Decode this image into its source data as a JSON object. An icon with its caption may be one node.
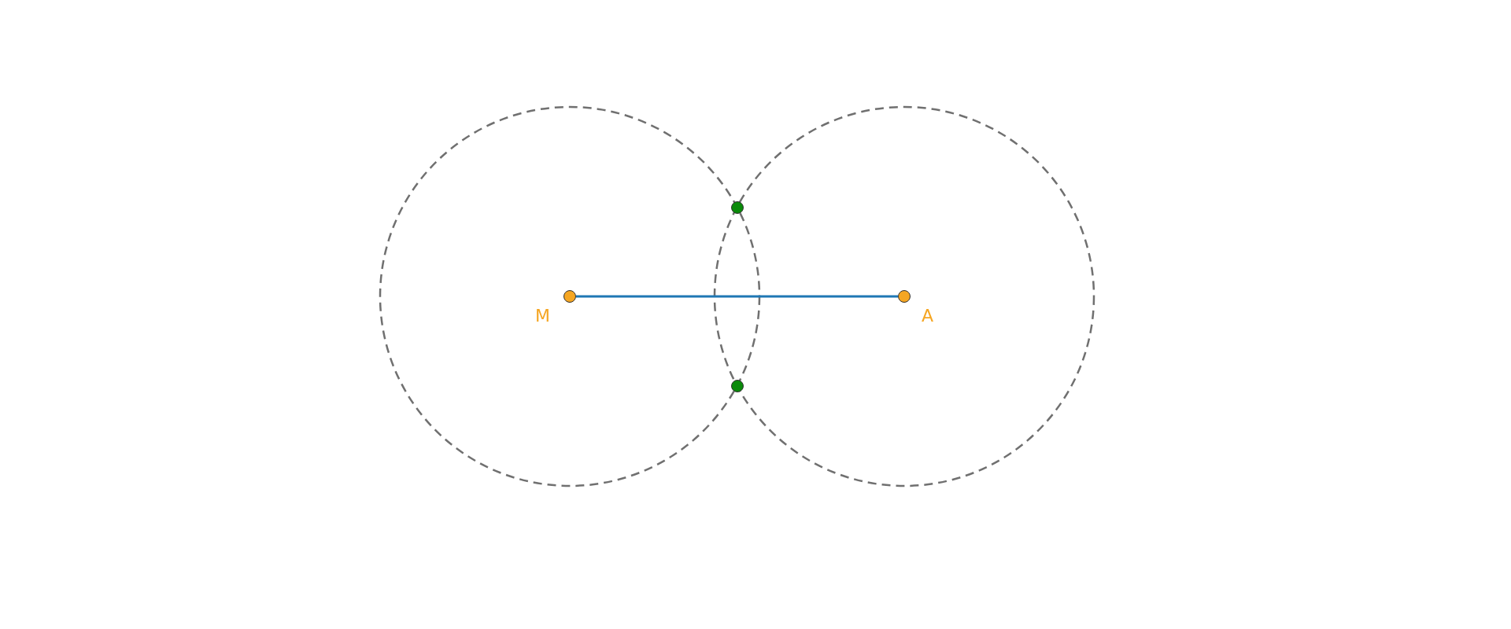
{
  "diagram": {
    "nodes": [
      {
        "text": [],
        "shape": "circle",
        "beside": [
          "M"
        ]
      },
      {
        "text": [],
        "shape": "circle",
        "beside": [
          "A"
        ]
      },
      {
        "text": [],
        "shape": "circle"
      },
      {
        "text": [],
        "shape": "circle"
      }
    ],
    "edges": [
      {
        "from": 0,
        "to": 1,
        "arrow": "none"
      }
    ]
  }
}
